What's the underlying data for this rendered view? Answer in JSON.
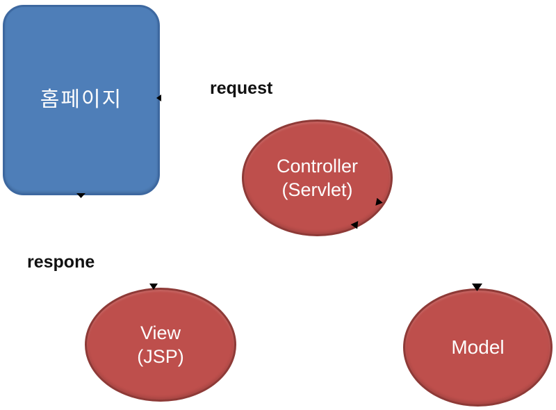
{
  "homepage": {
    "label": "홈페이지"
  },
  "flow_labels": {
    "request": "request",
    "response": "respone"
  },
  "nodes": {
    "controller": {
      "line1": "Controller",
      "line2": "(Servlet)"
    },
    "view": {
      "line1": "View",
      "line2": "(JSP)"
    },
    "model": {
      "line1": "Model"
    }
  },
  "icons": {
    "arrowhead_marks": [
      "arrowhead-left-icon",
      "arrowhead-down-icon",
      "arrowhead-down-right-icon",
      "arrowhead-down-left-icon",
      "arrowhead-down-icon",
      "arrowhead-down-icon"
    ]
  },
  "colors": {
    "background": "#ffffff",
    "homepage_fill": "#4e7eb8",
    "homepage_border": "#3d68a0",
    "node_fill": "#be4f4c",
    "node_border": "#8e3a37",
    "shape_text": "#fdfdfd",
    "label_text": "#111111",
    "arrow_marks": "#000000"
  }
}
